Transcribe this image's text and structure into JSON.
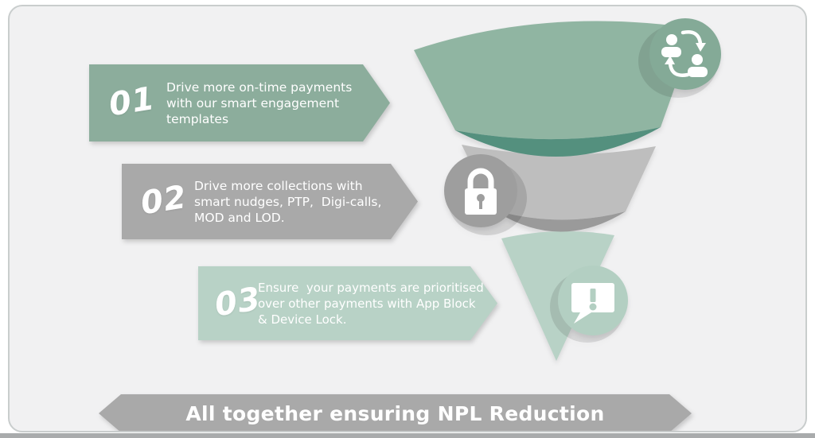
{
  "page": {
    "background_color": "#ffffff",
    "card_background": "#f1f1f2",
    "bottom_bar_color": "#a9abac"
  },
  "steps": [
    {
      "number": "01",
      "label": "Drive more on-time payments\nwith our smart engagement\ntemplates",
      "color": "#8cad9c",
      "icon": "people-exchange-icon"
    },
    {
      "number": "02",
      "label": "Drive more collections with\nsmart nudges, PTP,  Digi-calls,\nMOD and LOD.",
      "color": "#a9a9a9",
      "icon": "lock-icon"
    },
    {
      "number": "03",
      "label": "Ensure  your payments are prioritised\nover other payments with App Block\n& Device Lock.",
      "color": "#b8d2c6",
      "icon": "alert-bubble-icon"
    }
  ],
  "funnel": {
    "segments": [
      {
        "name": "top",
        "body_color": "#90b5a2",
        "rim_color": "#54907e",
        "icon": "people-exchange-icon",
        "icon_circle_color": "#84aa97"
      },
      {
        "name": "middle",
        "body_color": "#bebebe",
        "rim_color": "#9a9a9a",
        "icon": "lock-icon",
        "icon_circle_color": "#9e9e9e"
      },
      {
        "name": "bottom",
        "body_color": "#b8d2c6",
        "icon": "alert-bubble-icon",
        "icon_circle_color": "#b3cfc2"
      }
    ]
  },
  "banner": {
    "label": "All together ensuring NPL Reduction",
    "color": "#a9a9a9"
  }
}
